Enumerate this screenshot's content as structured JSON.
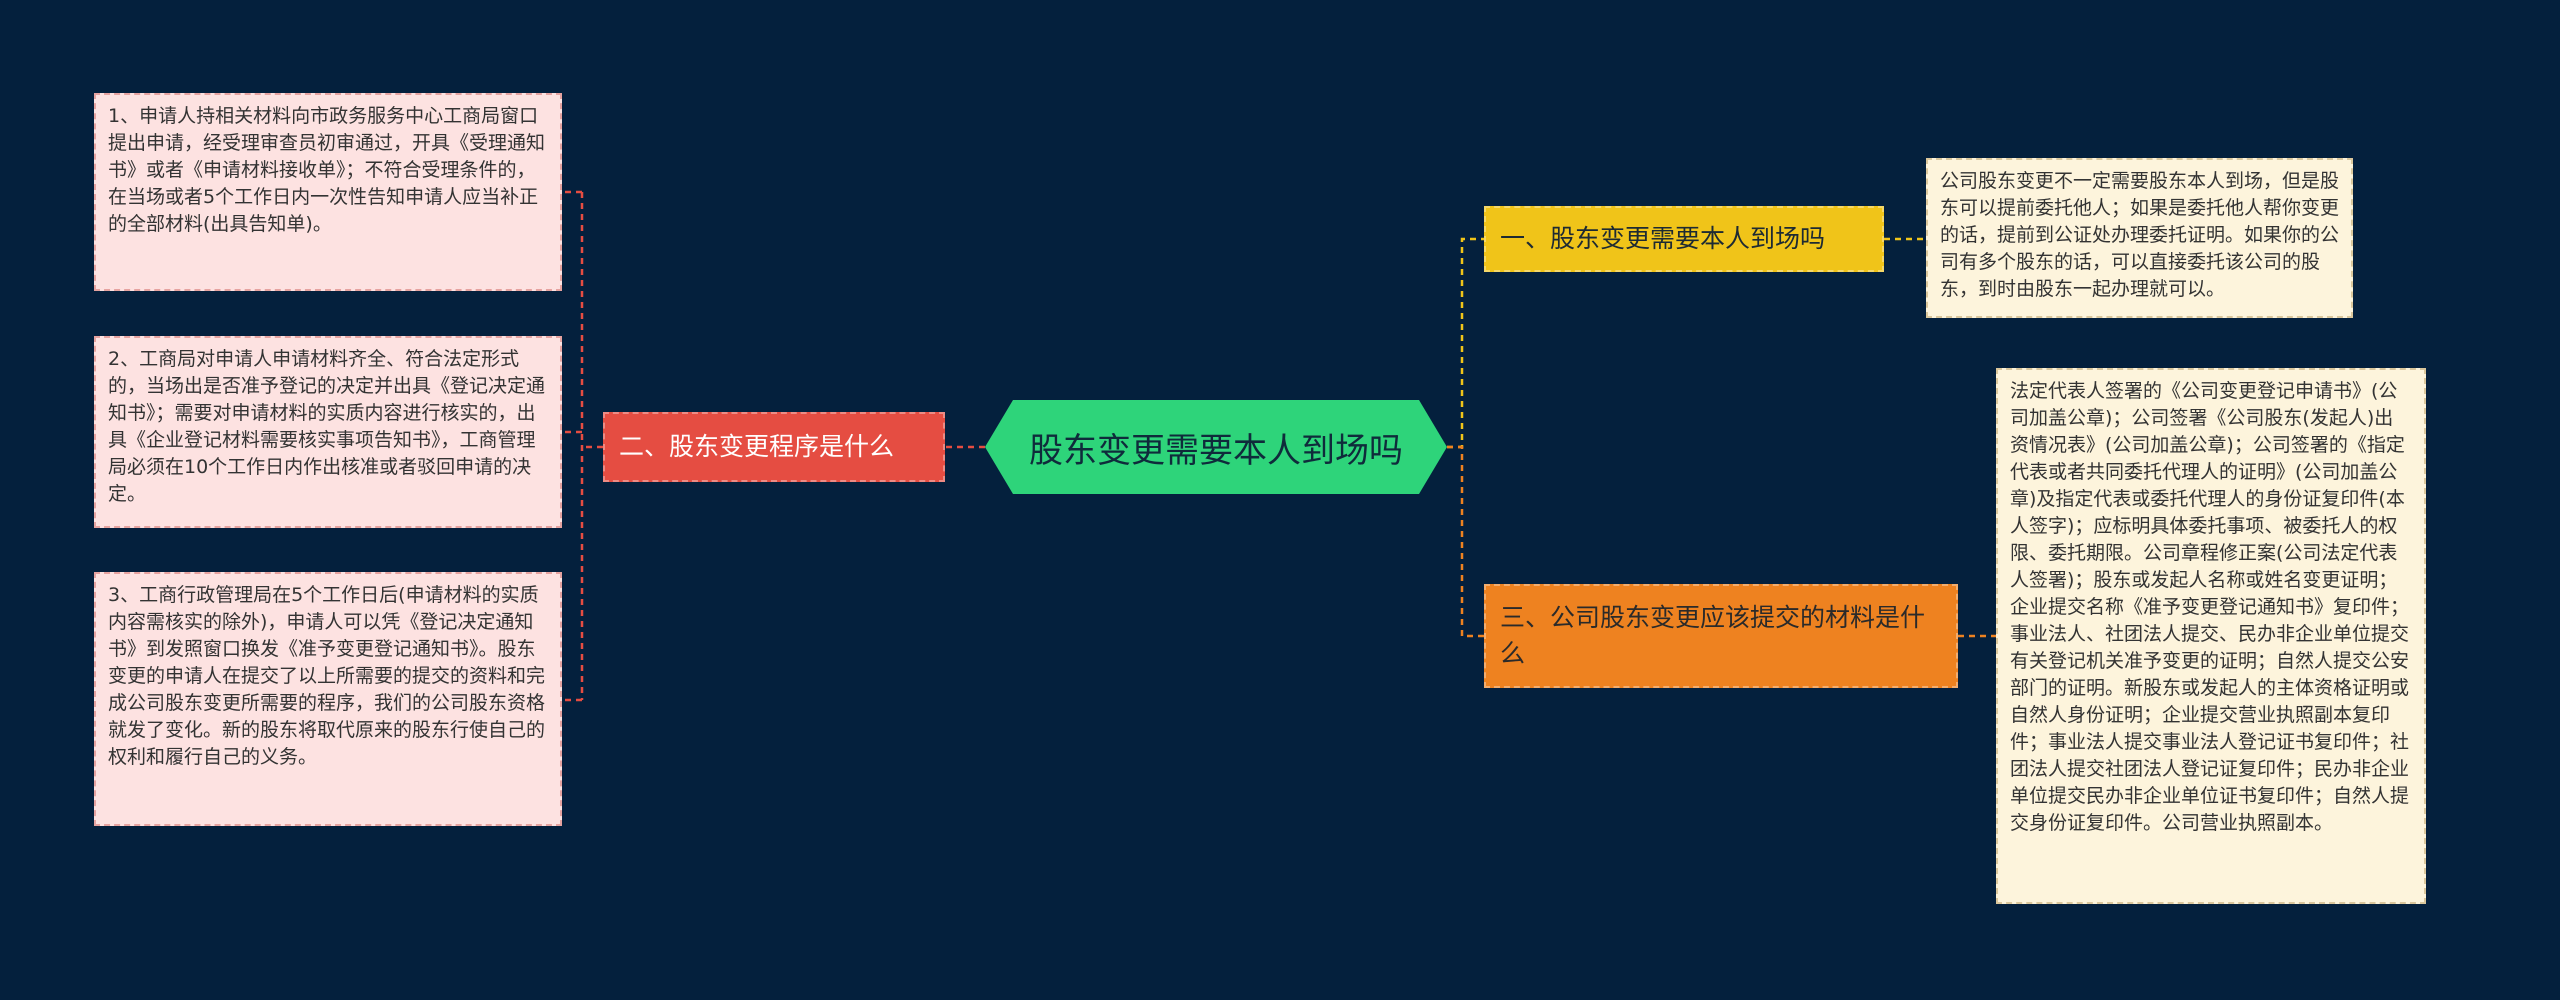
{
  "center": {
    "label": "股东变更需要本人到场吗"
  },
  "branches": [
    {
      "label": "一、股东变更需要本人到场吗"
    },
    {
      "label": "二、股东变更程序是什么"
    },
    {
      "label": "三、公司股东变更应该提交的材料是什么"
    }
  ],
  "leaves": {
    "b1_1": "公司股东变更不一定需要股东本人到场，但是股东可以提前委托他人；如果是委托他人帮你变更的话，提前到公证处办理委托证明。如果你的公司有多个股东的话，可以直接委托该公司的股东，到时由股东一起办理就可以。",
    "b2_1": "1、申请人持相关材料向市政务服务中心工商局窗口提出申请，经受理审查员初审通过，开具《受理通知书》或者《申请材料接收单》；不符合受理条件的，在当场或者5个工作日内一次性告知申请人应当补正的全部材料(出具告知单)。",
    "b2_2": "2、工商局对申请人申请材料齐全、符合法定形式的，当场出是否准予登记的决定并出具《登记决定通知书》；需要对申请材料的实质内容进行核实的，出具《企业登记材料需要核实事项告知书》，工商管理局必须在10个工作日内作出核准或者驳回申请的决定。",
    "b2_3": "3、工商行政管理局在5个工作日后(申请材料的实质内容需核实的除外)，申请人可以凭《登记决定通知书》到发照窗口换发《准予变更登记通知书》。股东变更的申请人在提交了以上所需要的提交的资料和完成公司股东变更所需要的程序，我们的公司股东资格就发了变化。新的股东将取代原来的股东行使自己的权利和履行自己的义务。",
    "b3_1": "法定代表人签署的《公司变更登记申请书》(公司加盖公章)；公司签署《公司股东(发起人)出资情况表》(公司加盖公章)；公司签署的《指定代表或者共同委托代理人的证明》(公司加盖公章)及指定代表或委托代理人的身份证复印件(本人签字)；应标明具体委托事项、被委托人的权限、委托期限。公司章程修正案(公司法定代表人签署)；股东或发起人名称或姓名变更证明；企业提交名称《准予变更登记通知书》复印件；事业法人、社团法人提交、民办非企业单位提交有关登记机关准予变更的证明；自然人提交公安部门的证明。新股东或发起人的主体资格证明或自然人身份证明；企业提交营业执照副本复印件；事业法人提交事业法人登记证书复印件；社团法人提交社团法人登记证复印件；民办非企业单位提交民办非企业单位证书复印件；自然人提交身份证复印件。公司营业执照副本。"
  },
  "colors": {
    "background": "#04203d",
    "center": "#2ed47a",
    "branch1": "#f0c419",
    "branch2": "#e54d42",
    "branch3": "#ee8220",
    "leaf_pink": "#fde2e1",
    "leaf_cream": "#fdf4dc"
  }
}
